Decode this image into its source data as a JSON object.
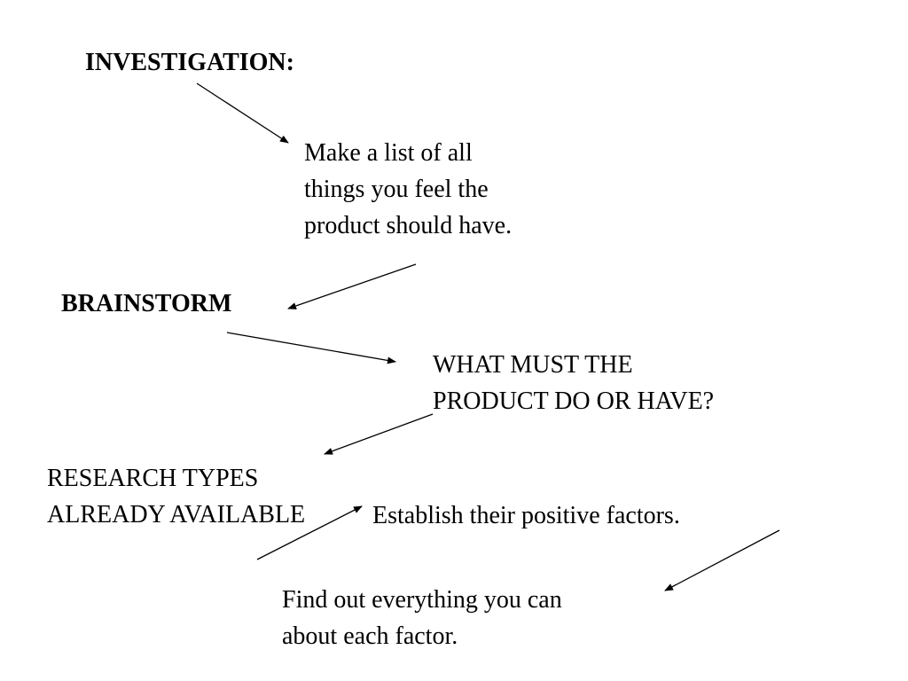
{
  "slide": {
    "heading_investigation": "INVESTIGATION:",
    "note_list": [
      "Make a list of all",
      "things you feel the",
      "product should have."
    ],
    "heading_brainstorm": "BRAINSTORM",
    "question": [
      "WHAT MUST THE",
      "PRODUCT DO OR HAVE?"
    ],
    "research": [
      "RESEARCH TYPES",
      "ALREADY AVAILABLE"
    ],
    "positive_factors": "Establish their positive factors.",
    "find_out": [
      "Find out everything you can",
      "about each factor."
    ]
  },
  "colors": {
    "text": "#000000",
    "arrows": "#000000",
    "background": "#ffffff"
  }
}
